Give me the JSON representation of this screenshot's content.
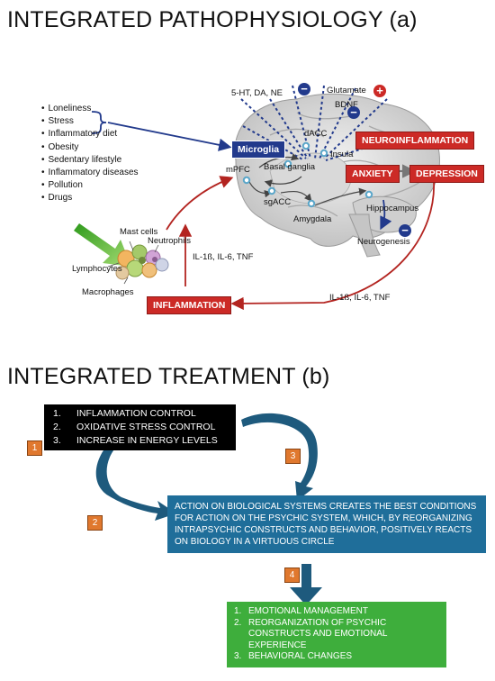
{
  "part_a": {
    "title": "INTEGRATED PATHOPHYSIOLOGY (a)",
    "risk_factors": [
      "Loneliness",
      "Stress",
      "Inflammatory diet",
      "Obesity",
      "Sedentary lifestyle",
      "Inflammatory diseases",
      "Pollution",
      "Drugs"
    ],
    "neurotransmitters": "5-HT, DA, NE",
    "glutamate": "Glutamate",
    "bdnf": "BDNF",
    "plus_sign": "+",
    "minus_sign": "−",
    "brain_regions": {
      "dacc": "dACC",
      "insula": "Insula",
      "mpfc": "mPFC",
      "basal_ganglia": "Basal ganglia",
      "sgacc": "sgACC",
      "amygdala": "Amygdala",
      "hippocampus": "Hippocampus",
      "neurogenesis": "Neurogenesis"
    },
    "microglia": "Microglia",
    "neuroinflammation": "NEUROINFLAMMATION",
    "anxiety": "ANXIETY",
    "depression": "DEPRESSION",
    "inflammation": "INFLAMMATION",
    "cytokines_up": "IL-1ß, IL-6, TNF",
    "cytokines_down": "IL-1ß, IL-6, TNF",
    "cells": {
      "mast": "Mast cells",
      "neutrophils": "Neutrophils",
      "lymphocytes": "Lymphocytes",
      "macrophages": "Macrophages"
    },
    "colors": {
      "red": "#cc2a26",
      "blue": "#223a8c",
      "green": "#3fae2a"
    }
  },
  "part_b": {
    "title": "INTEGRATED TREATMENT (b)",
    "box1": {
      "items": [
        {
          "n": "1.",
          "text": "INFLAMMATION CONTROL"
        },
        {
          "n": "2.",
          "text": "OXIDATIVE STRESS CONTROL"
        },
        {
          "n": "3.",
          "text": "INCREASE IN ENERGY LEVELS"
        }
      ]
    },
    "box2": "ACTION ON BIOLOGICAL SYSTEMS CREATES THE BEST CONDITIONS FOR ACTION ON THE PSYCHIC SYSTEM, WHICH, BY REORGANIZING INTRAPSYCHIC CONSTRUCTS AND BEHAVIOR, POSITIVELY REACTS ON BIOLOGY IN A VIRTUOUS CIRCLE",
    "box3": {
      "items": [
        {
          "n": "1.",
          "text": "EMOTIONAL MANAGEMENT"
        },
        {
          "n": "2.",
          "text": "REORGANIZATION OF PSYCHIC CONSTRUCTS AND EMOTIONAL EXPERIENCE"
        },
        {
          "n": "3.",
          "text": "BEHAVIORAL CHANGES"
        }
      ]
    },
    "step_numbers": [
      "1",
      "2",
      "3",
      "4"
    ],
    "colors": {
      "black": "#000000",
      "teal": "#1f6e9a",
      "green": "#3eae3c",
      "orange": "#e0782e",
      "arrow": "#1e5a7d"
    }
  }
}
